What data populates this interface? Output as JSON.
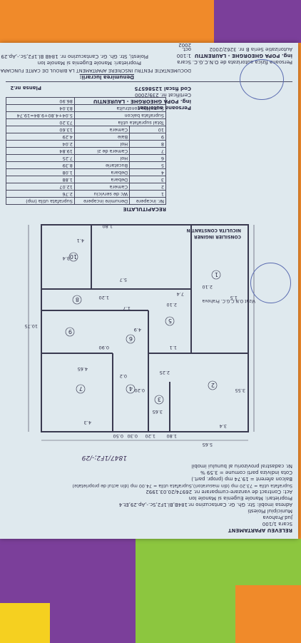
{
  "header": {
    "title": "RELEVEU APARTAMENT",
    "scale": "Scara 1/100",
    "county": "Jud.Prahova",
    "locality": "Municipiul Ploiesti",
    "address": "Adresa imobil: Str. Gh. Gr. Cantacuzino nr.184B,Bl.1F2,Sc.-,Ap.29,Et.4",
    "owners": "Proprietari: Manole Eugenia si Manole Ion",
    "act": "Act: Contract de vanzare-cumparare nr. 26974/20.03.1992",
    "surface": "Suprafata utila = 73.20 mp (din masuratori),Suprafata utila = 74.00 mp (din actul de proprietate)",
    "balcony": "Balcon aferent = 19.74 mp (propr. part.)",
    "indiviza": "Cota indiviza parti comune = 3.59 %",
    "cadastral": "Nr. cadastral provizoriu al bunului imobil"
  },
  "recap": {
    "title": "RECAPITULATIE",
    "headers": [
      "Nr. incapere",
      "Denumire incapere",
      "Suprafata utila (mp)"
    ],
    "rows": [
      [
        "1",
        "Wc de serviciu",
        "2.76"
      ],
      [
        "2",
        "Camera",
        "12.07"
      ],
      [
        "3",
        "Debara",
        "1.88"
      ],
      [
        "4",
        "Debara",
        "1.08"
      ],
      [
        "5",
        "Bucatarie",
        "8.39"
      ],
      [
        "6",
        "Hol",
        "7.25"
      ],
      [
        "7",
        "Camera de zi",
        "19.84"
      ],
      [
        "8",
        "Hol",
        "2.04"
      ],
      [
        "9",
        "Baie",
        "4.29"
      ],
      [
        "10",
        "Camera",
        "13.60"
      ]
    ],
    "total_label": "Total suprafata utila",
    "total_value": "73.20",
    "balcony_label": "Suprafata balcon",
    "balcony_value": "5.04+4.80+9.84=19.74",
    "built_label": "Suprafata construita",
    "built_value": "83.04",
    "built2_value": "86.90",
    "plansa": "Plansa nr.2"
  },
  "footer": {
    "authorized": "Persoana autorizat",
    "auth_name": "ing. POPA GHEORGHE - LAURENTIU",
    "cert": "Certificat nr. 239/2000",
    "cod": "Cod fiscal 12586575",
    "denumire": "Denumirea lucrarii:",
    "work": "DOCUMENTATIE PENTRU INSCRIERE APARTAMENT LA BIROUL DE CARTE FUNCIARA",
    "proprietari": "Proprietari: Manole Eugenia si Manole Ion",
    "address2": "Ploiesti, Str. Gh. Gr. Cantacuzino nr. 184B Bl.1F2,Sc.-,Ap.29",
    "scara_label": "Scara",
    "scara": "1:100",
    "date_label": "oct.",
    "year": "2002",
    "elaborat": "Persoana fizica autorizata de O.N.C.G.C.",
    "elaborat_name": "ing. POPA GHEORGHE - LAURENTIU",
    "autorizatie": "Autorizatie Seria B nr. 3262/2002",
    "vizat": "Vizat O.N.C.G.C. Prahova",
    "consilier": "CONSILIER INGINER",
    "consilier_name": "NICULITA CONSTANTIN",
    "handwritten": "1847/1F2;-/29"
  },
  "plan": {
    "dims": [
      "5.65",
      "3.4",
      "3.55",
      "1.80",
      "1.20",
      "0.30",
      "0.50",
      "4.3",
      "4.65",
      "10.75",
      "4.9",
      "7.4",
      "5.7",
      "3.4",
      "4.1",
      "2.10",
      "1.20",
      "0.20",
      "0.90",
      "1.1",
      "2.25",
      "3.65",
      "0.2",
      "1.5",
      "1.7",
      "2.10",
      "1.80"
    ],
    "room_numbers": [
      "1",
      "2",
      "3",
      "4",
      "5",
      "6",
      "7",
      "8",
      "9",
      "10"
    ]
  },
  "colors": {
    "paper": "#dfe9ee",
    "ink": "#2d2d45",
    "stamp": "#5a6bb0",
    "mat_orange": "#f08a2a",
    "mat_purple": "#7b3f9a",
    "mat_green": "#8cc63f",
    "mat_yellow": "#f5d020"
  }
}
